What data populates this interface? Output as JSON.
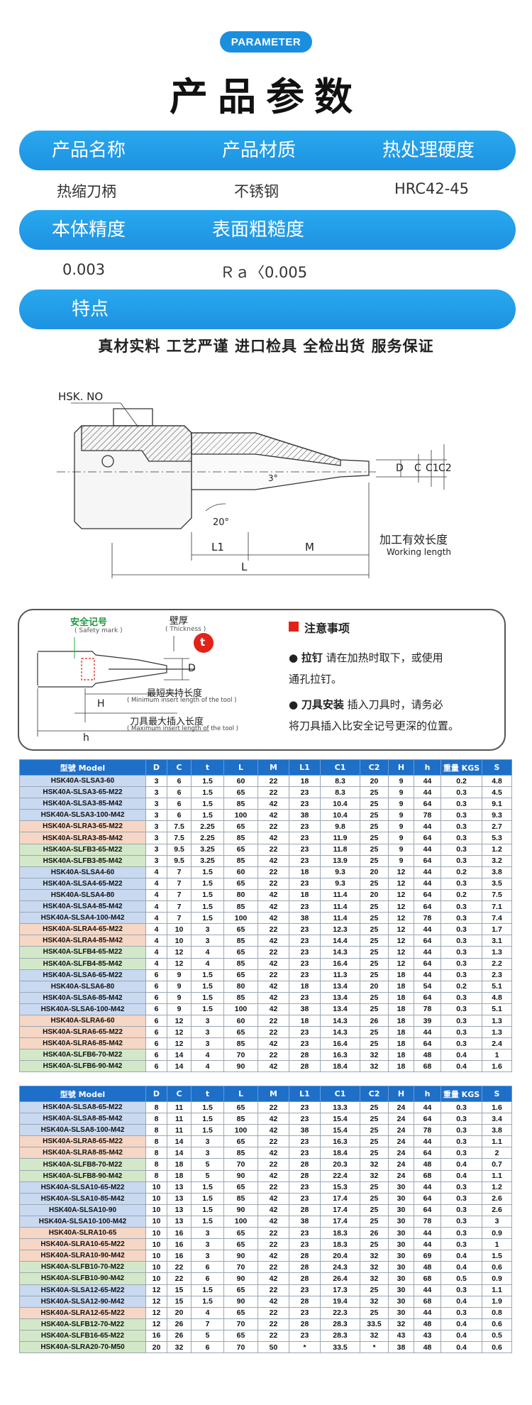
{
  "header": {
    "badge": "PARAMETER",
    "title": "产品参数"
  },
  "spec_rows": {
    "headers1": [
      "产品名称",
      "产品材质",
      "热处理硬度"
    ],
    "values1": [
      "热缩刀柄",
      "不锈钢",
      "HRC42-45"
    ],
    "headers2": [
      "本体精度",
      "表面粗糙度"
    ],
    "values2": [
      "0.003",
      "Ｒａ〈0.005"
    ],
    "headers3": [
      "特点"
    ],
    "features": "真材实料  工艺严谨  进口检具  全检出货  服务保证"
  },
  "diagram": {
    "hsk_label": "HSK. NO",
    "labels": [
      "D",
      "C",
      "C1",
      "C2",
      "3°",
      "20°",
      "L1",
      "M",
      "L"
    ],
    "working_length_cn": "加工有效长度",
    "working_length_en": "Working length"
  },
  "notice": {
    "safety_mark_cn": "安全记号",
    "safety_mark_en": "( Safety mark )",
    "thickness_cn": "壁厚",
    "thickness_en": "( Thickness )",
    "t_symbol": "t",
    "d_label": "D",
    "h_big": "H",
    "h_small": "h",
    "min_clamp_cn": "最短夹持长度",
    "min_clamp_en": "( Minimum insert length of the tool )",
    "max_insert_cn": "刀具最大插入长度",
    "max_insert_en": "( Maximum insert length of the tool )",
    "title": "注意事项",
    "item1_key": "拉钉",
    "item1_text": "请在加热时取下，或使用",
    "item1_text2": "通孔拉钉。",
    "item2_key": "刀具安装",
    "item2_text": "插入刀具时，请务必",
    "item2_text2": "将刀具插入比安全记号更深的位置。"
  },
  "table": {
    "columns": [
      "型號 Model",
      "D",
      "C",
      "t",
      "L",
      "M",
      "L1",
      "C1",
      "C2",
      "H",
      "h",
      "重量 KGS",
      "S"
    ],
    "block1": [
      [
        "b",
        "HSK40A-SLSA3-60",
        "3",
        "6",
        "1.5",
        "60",
        "22",
        "18",
        "8.3",
        "20",
        "9",
        "44",
        "0.2",
        "4.8"
      ],
      [
        "b",
        "HSK40A-SLSA3-65-M22",
        "3",
        "6",
        "1.5",
        "65",
        "22",
        "23",
        "8.3",
        "25",
        "9",
        "44",
        "0.3",
        "4.5"
      ],
      [
        "b",
        "HSK40A-SLSA3-85-M42",
        "3",
        "6",
        "1.5",
        "85",
        "42",
        "23",
        "10.4",
        "25",
        "9",
        "64",
        "0.3",
        "9.1"
      ],
      [
        "b",
        "HSK40A-SLSA3-100-M42",
        "3",
        "6",
        "1.5",
        "100",
        "42",
        "38",
        "10.4",
        "25",
        "9",
        "78",
        "0.3",
        "9.3"
      ],
      [
        "o",
        "HSK40A-SLRA3-65-M22",
        "3",
        "7.5",
        "2.25",
        "65",
        "22",
        "23",
        "9.8",
        "25",
        "9",
        "44",
        "0.3",
        "2.7"
      ],
      [
        "o",
        "HSK40A-SLRA3-85-M42",
        "3",
        "7.5",
        "2.25",
        "85",
        "42",
        "23",
        "11.9",
        "25",
        "9",
        "64",
        "0.3",
        "5.3"
      ],
      [
        "g",
        "HSK40A-SLFB3-65-M22",
        "3",
        "9.5",
        "3.25",
        "65",
        "22",
        "23",
        "11.8",
        "25",
        "9",
        "44",
        "0.3",
        "1.2"
      ],
      [
        "g",
        "HSK40A-SLFB3-85-M42",
        "3",
        "9.5",
        "3.25",
        "85",
        "42",
        "23",
        "13.9",
        "25",
        "9",
        "64",
        "0.3",
        "3.2"
      ],
      [
        "b",
        "HSK40A-SLSA4-60",
        "4",
        "7",
        "1.5",
        "60",
        "22",
        "18",
        "9.3",
        "20",
        "12",
        "44",
        "0.2",
        "3.8"
      ],
      [
        "b",
        "HSK40A-SLSA4-65-M22",
        "4",
        "7",
        "1.5",
        "65",
        "22",
        "23",
        "9.3",
        "25",
        "12",
        "44",
        "0.3",
        "3.5"
      ],
      [
        "b",
        "HSK40A-SLSA4-80",
        "4",
        "7",
        "1.5",
        "80",
        "42",
        "18",
        "11.4",
        "20",
        "12",
        "64",
        "0.2",
        "7.5"
      ],
      [
        "b",
        "HSK40A-SLSA4-85-M42",
        "4",
        "7",
        "1.5",
        "85",
        "42",
        "23",
        "11.4",
        "25",
        "12",
        "64",
        "0.3",
        "7.1"
      ],
      [
        "b",
        "HSK40A-SLSA4-100-M42",
        "4",
        "7",
        "1.5",
        "100",
        "42",
        "38",
        "11.4",
        "25",
        "12",
        "78",
        "0.3",
        "7.4"
      ],
      [
        "o",
        "HSK40A-SLRA4-65-M22",
        "4",
        "10",
        "3",
        "65",
        "22",
        "23",
        "12.3",
        "25",
        "12",
        "44",
        "0.3",
        "1.7"
      ],
      [
        "o",
        "HSK40A-SLRA4-85-M42",
        "4",
        "10",
        "3",
        "85",
        "42",
        "23",
        "14.4",
        "25",
        "12",
        "64",
        "0.3",
        "3.1"
      ],
      [
        "g",
        "HSK40A-SLFB4-65-M22",
        "4",
        "12",
        "4",
        "65",
        "22",
        "23",
        "14.3",
        "25",
        "12",
        "44",
        "0.3",
        "1.3"
      ],
      [
        "g",
        "HSK40A-SLFB4-85-M42",
        "4",
        "12",
        "4",
        "85",
        "42",
        "23",
        "16.4",
        "25",
        "12",
        "64",
        "0.3",
        "2.2"
      ],
      [
        "b",
        "HSK40A-SLSA6-65-M22",
        "6",
        "9",
        "1.5",
        "65",
        "22",
        "23",
        "11.3",
        "25",
        "18",
        "44",
        "0.3",
        "2.3"
      ],
      [
        "b",
        "HSK40A-SLSA6-80",
        "6",
        "9",
        "1.5",
        "80",
        "42",
        "18",
        "13.4",
        "20",
        "18",
        "54",
        "0.2",
        "5.1"
      ],
      [
        "b",
        "HSK40A-SLSA6-85-M42",
        "6",
        "9",
        "1.5",
        "85",
        "42",
        "23",
        "13.4",
        "25",
        "18",
        "64",
        "0.3",
        "4.8"
      ],
      [
        "b",
        "HSK40A-SLSA6-100-M42",
        "6",
        "9",
        "1.5",
        "100",
        "42",
        "38",
        "13.4",
        "25",
        "18",
        "78",
        "0.3",
        "5.1"
      ],
      [
        "o",
        "HSK40A-SLRA6-60",
        "6",
        "12",
        "3",
        "60",
        "22",
        "18",
        "14.3",
        "26",
        "18",
        "39",
        "0.3",
        "1.3"
      ],
      [
        "o",
        "HSK40A-SLRA6-65-M22",
        "6",
        "12",
        "3",
        "65",
        "22",
        "23",
        "14.3",
        "25",
        "18",
        "44",
        "0.3",
        "1.3"
      ],
      [
        "o",
        "HSK40A-SLRA6-85-M42",
        "6",
        "12",
        "3",
        "85",
        "42",
        "23",
        "16.4",
        "25",
        "18",
        "64",
        "0.3",
        "2.4"
      ],
      [
        "g",
        "HSK40A-SLFB6-70-M22",
        "6",
        "14",
        "4",
        "70",
        "22",
        "28",
        "16.3",
        "32",
        "18",
        "48",
        "0.4",
        "1"
      ],
      [
        "g",
        "HSK40A-SLFB6-90-M42",
        "6",
        "14",
        "4",
        "90",
        "42",
        "28",
        "18.4",
        "32",
        "18",
        "68",
        "0.4",
        "1.6"
      ]
    ],
    "block2": [
      [
        "b",
        "HSK40A-SLSA8-65-M22",
        "8",
        "11",
        "1.5",
        "65",
        "22",
        "23",
        "13.3",
        "25",
        "24",
        "44",
        "0.3",
        "1.6"
      ],
      [
        "b",
        "HSK40A-SLSA8-85-M42",
        "8",
        "11",
        "1.5",
        "85",
        "42",
        "23",
        "15.4",
        "25",
        "24",
        "64",
        "0.3",
        "3.4"
      ],
      [
        "b",
        "HSK40A-SLSA8-100-M42",
        "8",
        "11",
        "1.5",
        "100",
        "42",
        "38",
        "15.4",
        "25",
        "24",
        "78",
        "0.3",
        "3.8"
      ],
      [
        "o",
        "HSK40A-SLRA8-65-M22",
        "8",
        "14",
        "3",
        "65",
        "22",
        "23",
        "16.3",
        "25",
        "24",
        "44",
        "0.3",
        "1.1"
      ],
      [
        "o",
        "HSK40A-SLRA8-85-M42",
        "8",
        "14",
        "3",
        "85",
        "42",
        "23",
        "18.4",
        "25",
        "24",
        "64",
        "0.3",
        "2"
      ],
      [
        "g",
        "HSK40A-SLFB8-70-M22",
        "8",
        "18",
        "5",
        "70",
        "22",
        "28",
        "20.3",
        "32",
        "24",
        "48",
        "0.4",
        "0.7"
      ],
      [
        "g",
        "HSK40A-SLFB8-90-M42",
        "8",
        "18",
        "5",
        "90",
        "42",
        "28",
        "22.4",
        "32",
        "24",
        "68",
        "0.4",
        "1.1"
      ],
      [
        "b",
        "HSK40A-SLSA10-65-M22",
        "10",
        "13",
        "1.5",
        "65",
        "22",
        "23",
        "15.3",
        "25",
        "30",
        "44",
        "0.3",
        "1.2"
      ],
      [
        "b",
        "HSK40A-SLSA10-85-M42",
        "10",
        "13",
        "1.5",
        "85",
        "42",
        "23",
        "17.4",
        "25",
        "30",
        "64",
        "0.3",
        "2.6"
      ],
      [
        "b",
        "HSK40A-SLSA10-90",
        "10",
        "13",
        "1.5",
        "90",
        "42",
        "28",
        "17.4",
        "25",
        "30",
        "64",
        "0.3",
        "2.6"
      ],
      [
        "b",
        "HSK40A-SLSA10-100-M42",
        "10",
        "13",
        "1.5",
        "100",
        "42",
        "38",
        "17.4",
        "25",
        "30",
        "78",
        "0.3",
        "3"
      ],
      [
        "o",
        "HSK40A-SLRA10-65",
        "10",
        "16",
        "3",
        "65",
        "22",
        "23",
        "18.3",
        "26",
        "30",
        "44",
        "0.3",
        "0.9"
      ],
      [
        "o",
        "HSK40A-SLRA10-65-M22",
        "10",
        "16",
        "3",
        "65",
        "22",
        "23",
        "18.3",
        "25",
        "30",
        "44",
        "0.3",
        "1"
      ],
      [
        "o",
        "HSK40A-SLRA10-90-M42",
        "10",
        "16",
        "3",
        "90",
        "42",
        "28",
        "20.4",
        "32",
        "30",
        "69",
        "0.4",
        "1.5"
      ],
      [
        "g",
        "HSK40A-SLFB10-70-M22",
        "10",
        "22",
        "6",
        "70",
        "22",
        "28",
        "24.3",
        "32",
        "30",
        "48",
        "0.4",
        "0.6"
      ],
      [
        "g",
        "HSK40A-SLFB10-90-M42",
        "10",
        "22",
        "6",
        "90",
        "42",
        "28",
        "26.4",
        "32",
        "30",
        "68",
        "0.5",
        "0.9"
      ],
      [
        "b",
        "HSK40A-SLSA12-65-M22",
        "12",
        "15",
        "1.5",
        "65",
        "22",
        "23",
        "17.3",
        "25",
        "30",
        "44",
        "0.3",
        "1.1"
      ],
      [
        "b",
        "HSK40A-SLSA12-90-M42",
        "12",
        "15",
        "1.5",
        "90",
        "42",
        "28",
        "19.4",
        "32",
        "30",
        "68",
        "0.4",
        "1.9"
      ],
      [
        "o",
        "HSK40A-SLRA12-65-M22",
        "12",
        "20",
        "4",
        "65",
        "22",
        "23",
        "22.3",
        "25",
        "30",
        "44",
        "0.3",
        "0.8"
      ],
      [
        "g",
        "HSK40A-SLFB12-70-M22",
        "12",
        "26",
        "7",
        "70",
        "22",
        "28",
        "28.3",
        "33.5",
        "32",
        "48",
        "0.4",
        "0.6"
      ],
      [
        "g",
        "HSK40A-SLFB16-65-M22",
        "16",
        "26",
        "5",
        "65",
        "22",
        "23",
        "28.3",
        "32",
        "43",
        "43",
        "0.4",
        "0.5"
      ],
      [
        "g",
        "HSK40A-SLRA20-70-M50",
        "20",
        "32",
        "6",
        "70",
        "50",
        "*",
        "33.5",
        "*",
        "38",
        "48",
        "0.4",
        "0.6"
      ]
    ]
  },
  "colors": {
    "accent": "#1d92e2",
    "table_header": "#1e6fc7",
    "row_blue": "#c8d9f0",
    "row_orange": "#f6d6c4",
    "row_green": "#d3e8c8",
    "notice_red": "#e32219"
  }
}
